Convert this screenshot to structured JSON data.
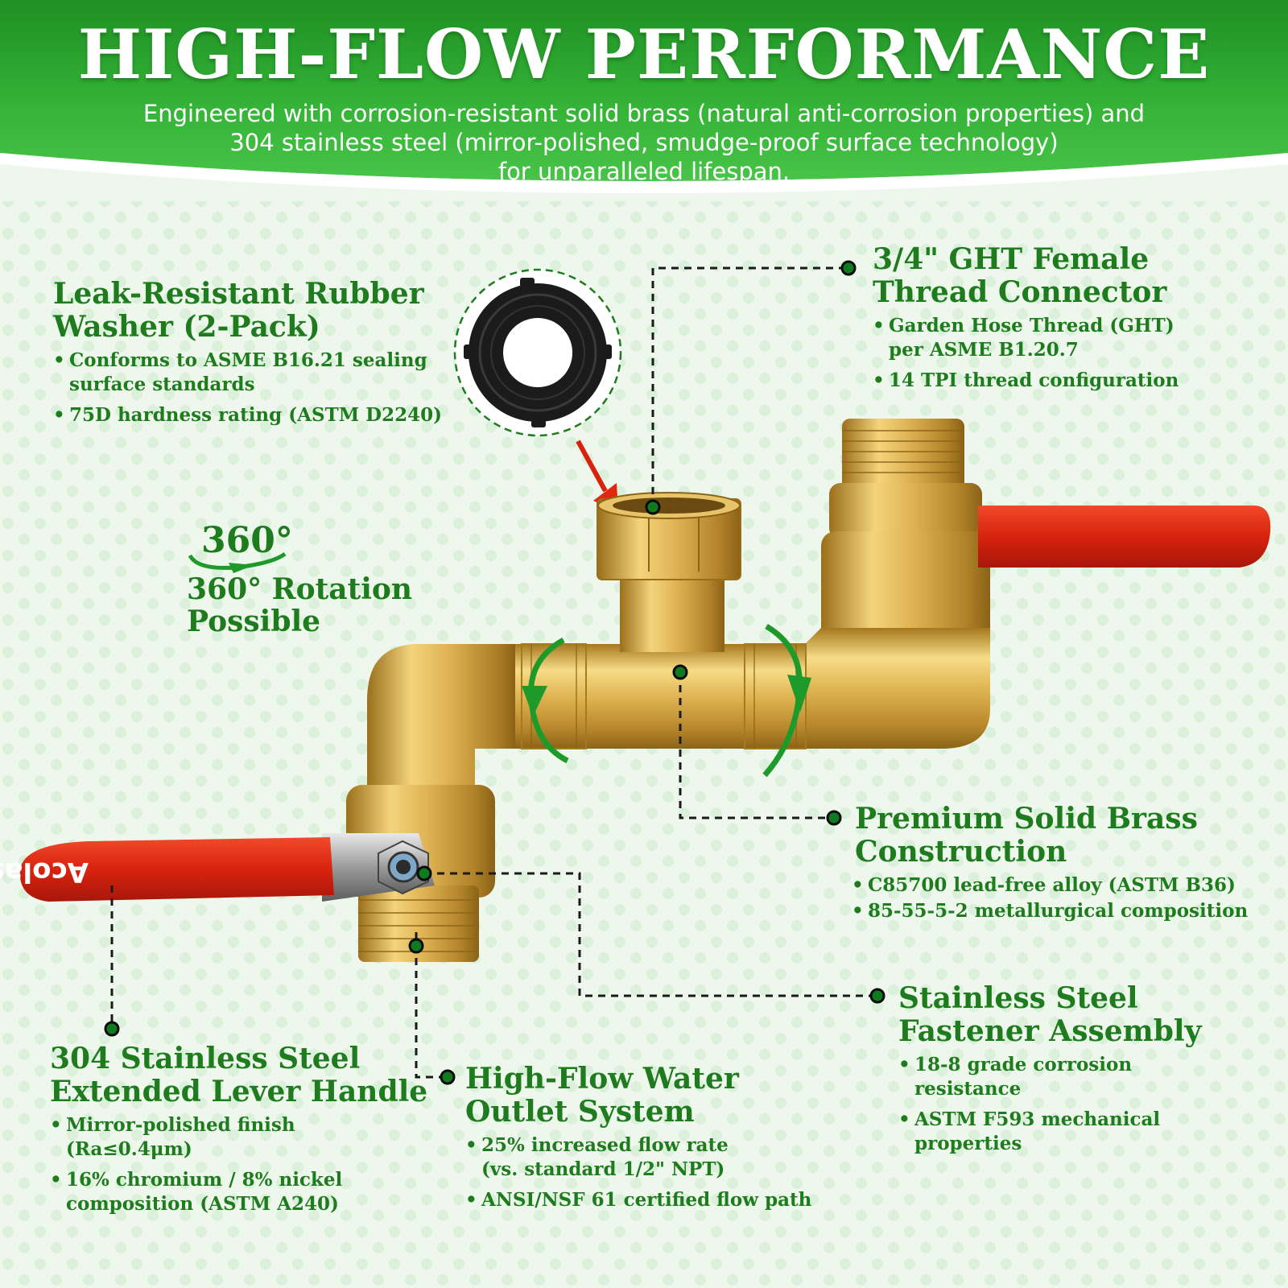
{
  "header": {
    "title": "HIGH-FLOW PERFORMANCE",
    "subtitle_lines": [
      "Engineered with corrosion-resistant solid brass (natural anti-corrosion properties) and",
      "304 stainless steel (mirror-polished, smudge-proof surface technology)",
      "for unparalleled lifespan."
    ]
  },
  "callouts": {
    "washer": {
      "title_lines": [
        "Leak-Resistant Rubber",
        "Washer (2-Pack)"
      ],
      "bullets": [
        "Conforms to ASME B16.21 sealing\nsurface standards",
        "75D hardness rating (ASTM D2240)"
      ]
    },
    "thread": {
      "title_lines": [
        "3/4\" GHT Female",
        "Thread Connector"
      ],
      "bullets": [
        "Garden Hose Thread (GHT)\nper ASME B1.20.7",
        "14 TPI thread configuration"
      ]
    },
    "rotation": {
      "badge": "360°",
      "label": "360° Rotation\nPossible"
    },
    "brass": {
      "title_lines": [
        "Premium Solid Brass",
        "Construction"
      ],
      "bullets": [
        "C85700 lead-free alloy (ASTM B36)",
        "85-55-5-2 metallurgical composition"
      ]
    },
    "fastener": {
      "title_lines": [
        "Stainless Steel",
        "Fastener Assembly"
      ],
      "bullets": [
        "18-8 grade corrosion\nresistance",
        "ASTM F593 mechanical\nproperties"
      ]
    },
    "handle": {
      "title_lines": [
        "304 Stainless Steel",
        "Extended Lever Handle"
      ],
      "bullets": [
        "Mirror-polished finish\n(Ra≤0.4μm)",
        "16% chromium / 8% nickel\ncomposition (ASTM A240)"
      ]
    },
    "outlet": {
      "title_lines": [
        "High-Flow Water",
        "Outlet System"
      ],
      "bullets": [
        "25% increased flow rate\n(vs. standard 1/2\" NPT)",
        "ANSI/NSF 61 certified flow path"
      ]
    }
  },
  "product": {
    "handle_brand": "Acolasia"
  },
  "colors": {
    "header_green": "#2fa532",
    "text_green": "#1e7b1e",
    "handle_red": "#d8230f",
    "brass": "#d9b04e",
    "background": "#eef7ec"
  }
}
